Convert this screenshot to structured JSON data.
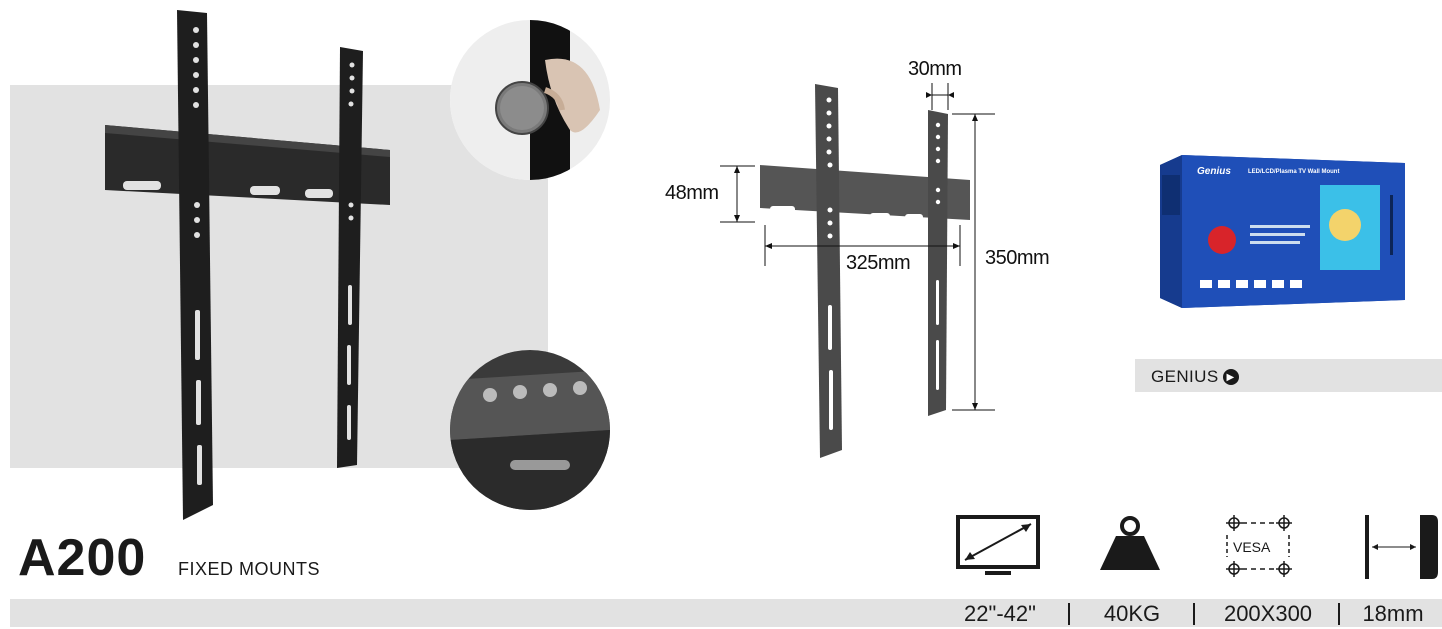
{
  "product": {
    "model": "A200",
    "type": "FIXED MOUNTS"
  },
  "dimensions": {
    "arm_width": "30mm",
    "rail_height": "48mm",
    "max_width": "325mm",
    "max_height": "350mm"
  },
  "brand": {
    "label": "GENIUS",
    "arrow_icon": "arrow-right-circle-icon",
    "box_logo": "Genius",
    "box_title": "LED/LCD/Plasma TV Wall Mount"
  },
  "specs": [
    {
      "icon": "tv-diagonal-icon",
      "value": "22\"-42\""
    },
    {
      "icon": "weight-icon",
      "value": "40KG"
    },
    {
      "icon": "vesa-icon",
      "label": "VESA",
      "value": "200X300"
    },
    {
      "icon": "wall-distance-icon",
      "value": "18mm"
    }
  ],
  "colors": {
    "panel_grey": "#e2e2e2",
    "mount_black": "#1e1e1e",
    "diagram_grey": "#555555",
    "box_blue": "#1f4fb8",
    "box_red": "#d8242a"
  }
}
